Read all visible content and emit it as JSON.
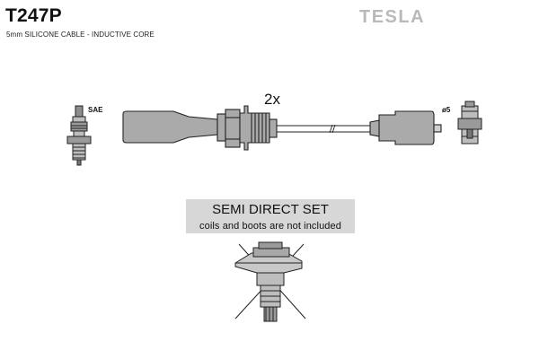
{
  "header": {
    "part_number": "T247P",
    "description": "5mm SILICONE CABLE - INDUCTIVE CORE",
    "brand": "TESLA"
  },
  "lead": {
    "spark_plug_label": "SAE",
    "quantity_label": "2x",
    "terminal_label": "ø5"
  },
  "banner": {
    "title": "SEMI DIRECT SET",
    "note": "coils and boots are not included"
  },
  "colors": {
    "brand_grey": "#b9b9b9",
    "banner_bg": "#d7d7d7",
    "part_fill": "#aaaaaa",
    "line": "#222222"
  }
}
